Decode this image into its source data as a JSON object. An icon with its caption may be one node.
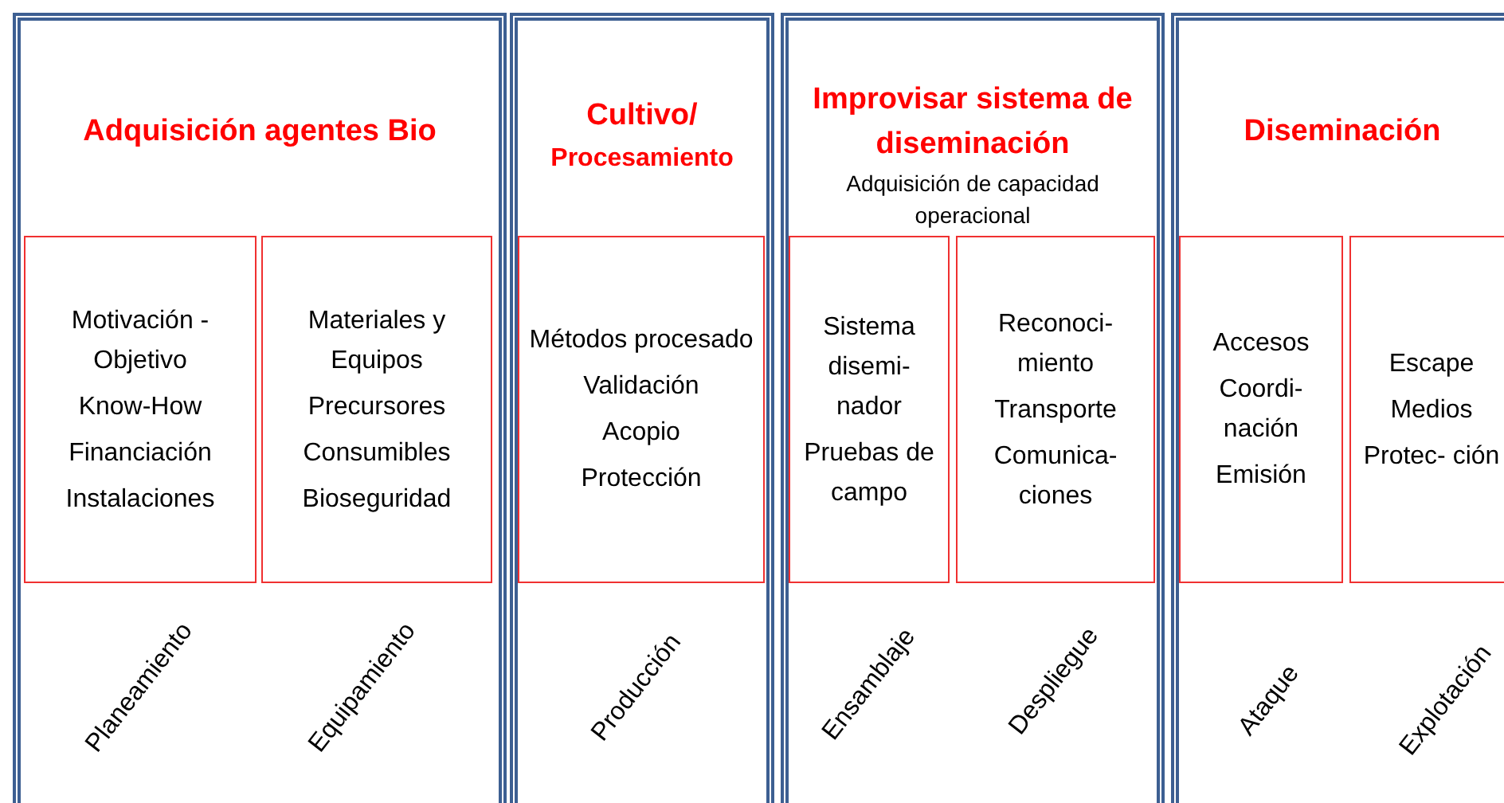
{
  "diagram": {
    "nodes": [
      {
        "text": [
          "Adquisición agentes Bio"
        ]
      },
      {
        "text": [
          "Motivación - Objetivo",
          "Know-How",
          "Financiación",
          "Instalaciones"
        ],
        "in": 0,
        "beside": [
          "Planeamiento"
        ]
      },
      {
        "text": [
          "Materiales y Equipos",
          "Precursores",
          "Consumibles",
          "Bioseguridad"
        ],
        "in": 0,
        "beside": [
          "Equipamiento"
        ]
      },
      {
        "text": [
          "Cultivo/",
          "Procesamiento"
        ]
      },
      {
        "text": [
          "Métodos procesado",
          "Validación",
          "Acopio",
          "Protección"
        ],
        "in": 3,
        "beside": [
          "Producción"
        ]
      },
      {
        "text": [
          "Improvisar sistema de diseminación",
          "Adquisición de capacidad operacional"
        ]
      },
      {
        "text": [
          "Sistema disemi- nador",
          "Pruebas de campo"
        ],
        "in": 5,
        "beside": [
          "Ensamblaje"
        ]
      },
      {
        "text": [
          "Reconoci- miento",
          "Transporte",
          "Comunica- ciones"
        ],
        "in": 5,
        "beside": [
          "Despliegue"
        ]
      },
      {
        "text": [
          "Diseminación"
        ]
      },
      {
        "text": [
          "Accesos",
          "Coordi- nación",
          "Emisión"
        ],
        "in": 8,
        "beside": [
          "Ataque"
        ]
      },
      {
        "text": [
          "Escape",
          "Medios",
          "Protec- ción"
        ],
        "in": 8,
        "beside": [
          "Explotación"
        ]
      }
    ]
  }
}
